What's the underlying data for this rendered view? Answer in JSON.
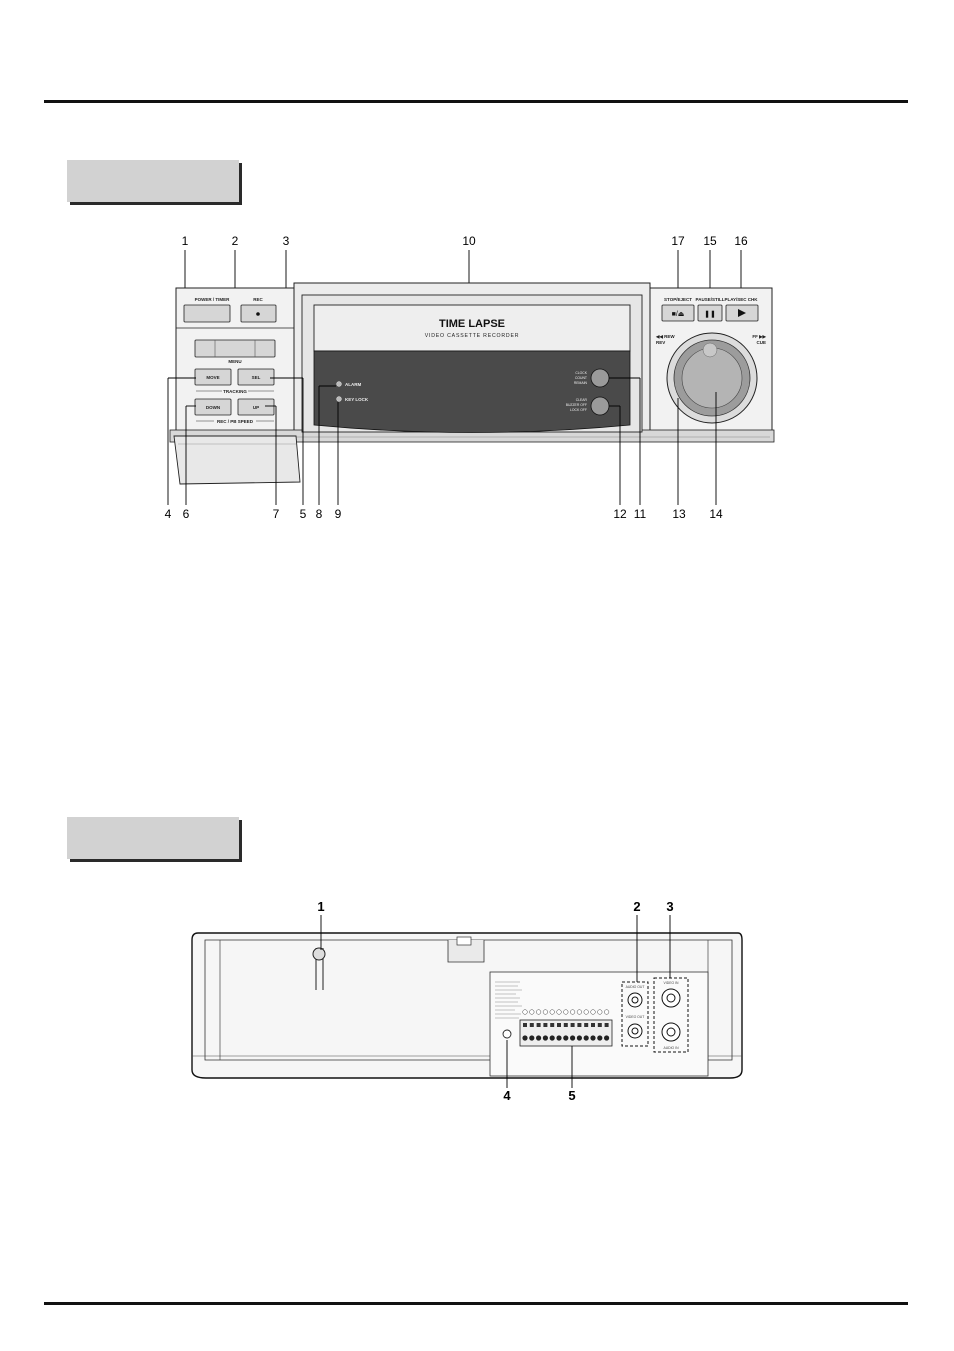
{
  "front": {
    "callouts": {
      "c1": "1",
      "c2": "2",
      "c3": "3",
      "c10": "10",
      "c17": "17",
      "c15": "15",
      "c16": "16",
      "c4": "4",
      "c6": "6",
      "c7": "7",
      "c5": "5",
      "c8": "8",
      "c9": "9",
      "c12": "12",
      "c11": "11",
      "c13": "13",
      "c14": "14"
    },
    "buttons": {
      "power_timer": "POWER / TIMER",
      "rec": "REC",
      "menu": "MENU",
      "move": "MOVE",
      "sel": "SEL",
      "tracking": "TRACKING",
      "down": "DOWN",
      "up": "UP",
      "rec_pb_speed": "REC / PB  SPEED",
      "stop_eject": "STOP/EJECT",
      "pause_still": "PAUSE/STILL",
      "play_sec_chk": "PLAY/SEC CHK",
      "rew": "◀◀ REW",
      "rew_sub": "REV",
      "ff": "FF ▶▶",
      "ff_sub": "CUE"
    },
    "brand": {
      "title": "TIME LAPSE",
      "subtitle": "VIDEO CASSETTE RECORDER"
    },
    "indicators": {
      "alarm": "ALARM",
      "key_lock": "KEY LOCK"
    },
    "round_buttons": {
      "clock_count_remain": [
        "CLOCK",
        "COUNT",
        "REMAIN"
      ],
      "clear_buzzer_lock": [
        "CLEAR",
        "BUZZER OFF",
        "LOCK OFF"
      ]
    }
  },
  "rear": {
    "callouts": {
      "r1": "1",
      "r2": "2",
      "r3": "3",
      "r4": "4",
      "r5": "5"
    },
    "labels": {
      "audio_out": "AUDIO OUT",
      "video_out": "VIDEO OUT",
      "video_in": "VIDEO IN",
      "audio_in": "AUDIO IN"
    }
  }
}
